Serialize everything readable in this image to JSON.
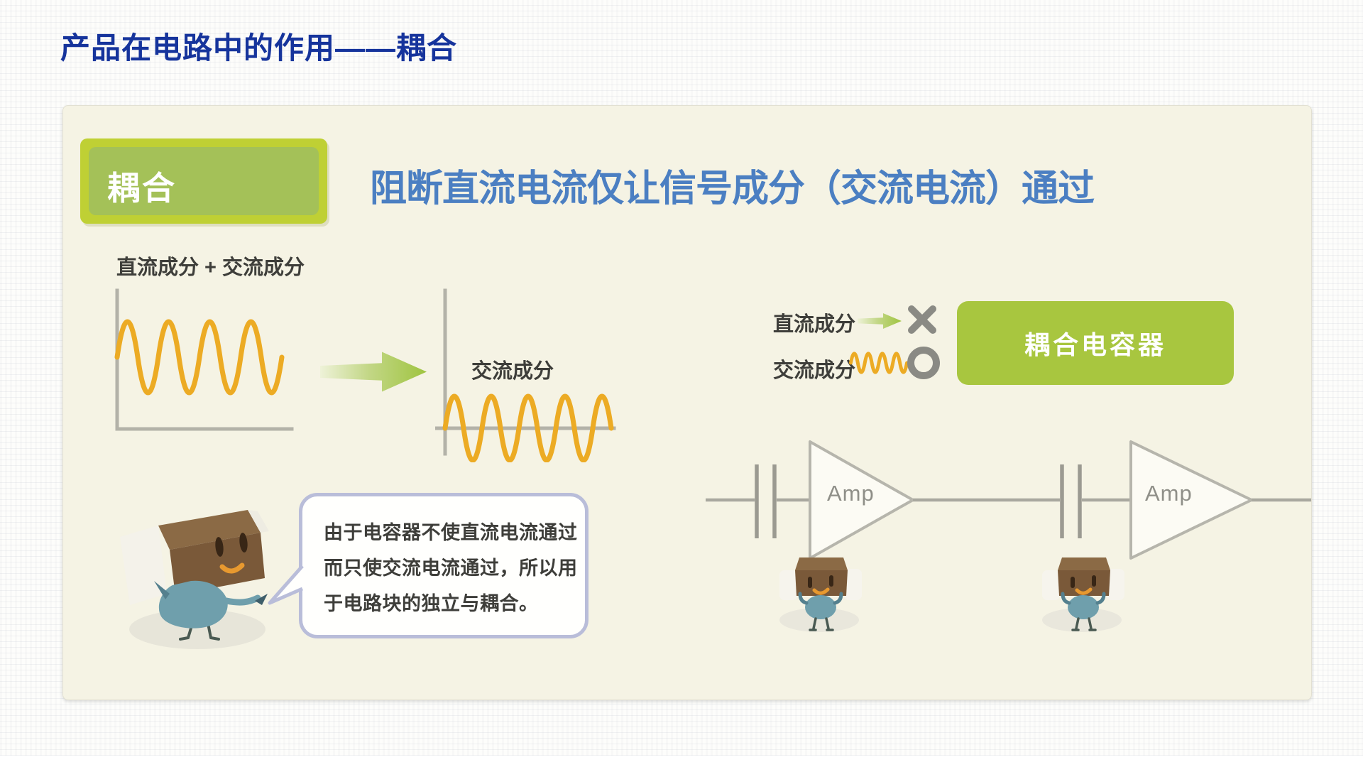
{
  "theme": {
    "title_blue": "#16349c",
    "headline_blue": "#4b7fc2",
    "badge_outer_green": "#bfd034",
    "badge_inner_green": "#a4c158",
    "button_green": "#a8c63f",
    "panel_bg": "#f5f3e4",
    "wave_orange": "#ecab24",
    "axis_gray": "#b3b2a8",
    "circuit_gray": "#a9a89f",
    "mark_gray": "#8a8a84",
    "bubble_border": "#b9bdd9",
    "text_dark": "#3e3e3a"
  },
  "page": {
    "title": "产品在电路中的作用——耦合"
  },
  "panel": {
    "badge_label": "耦合",
    "headline": "阻断直流电流仅让信号成分（交流电流）通过",
    "waveforms": {
      "combined_label": "直流成分 + 交流成分",
      "ac_label": "交流成分"
    },
    "legend": {
      "dc_label": "直流成分",
      "dc_result_icon": "x-blocked",
      "ac_label": "交流成分",
      "ac_result_icon": "circle-pass"
    },
    "coupling_button_label": "耦合电容器",
    "speech_bubble_lines": [
      "由于电容器不使直流电流通过",
      "而只使交流电流通过，所以用",
      "于电路块的独立与耦合。"
    ],
    "circuit": {
      "amp_labels": [
        "Amp",
        "Amp"
      ]
    }
  }
}
